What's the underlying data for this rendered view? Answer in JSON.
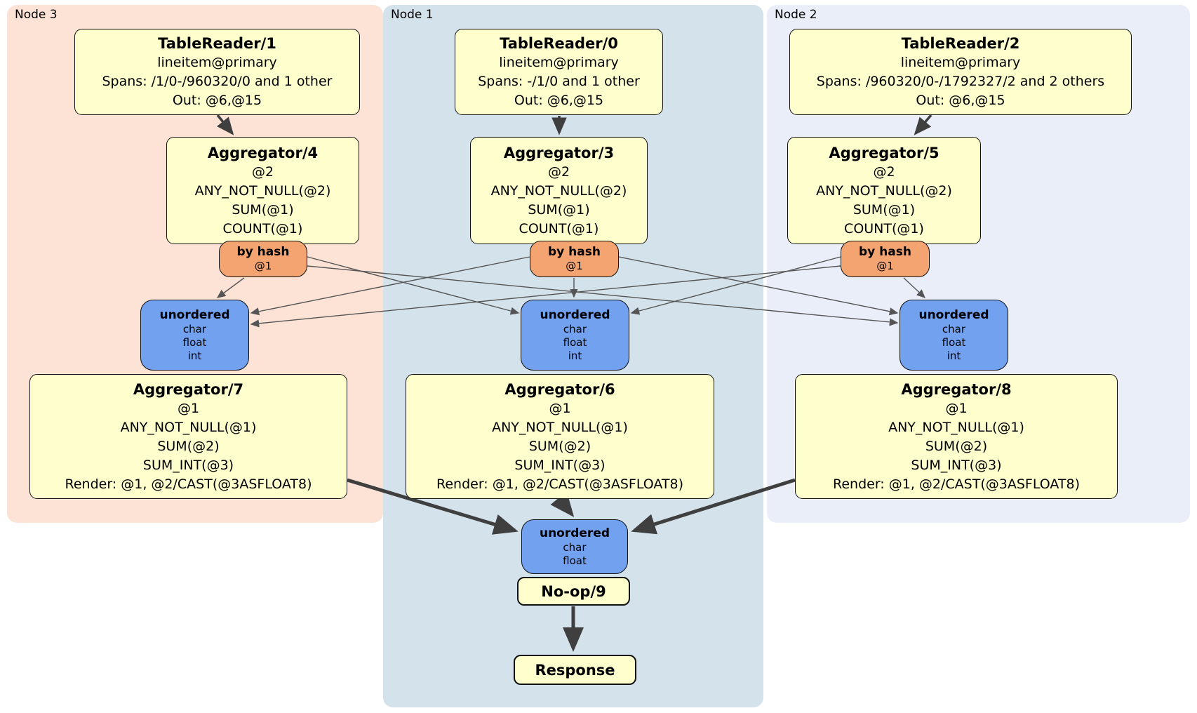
{
  "groups": [
    {
      "label": "Node 3",
      "table_reader": {
        "title": "TableReader/1",
        "body": [
          "lineitem@primary",
          "Spans: /1/0-/960320/0 and 1 other",
          "Out: @6,@15"
        ]
      },
      "pre_aggregator": {
        "title": "Aggregator/4",
        "body": [
          "@2",
          "ANY_NOT_NULL(@2)",
          "SUM(@1)",
          "COUNT(@1)"
        ]
      },
      "hash_router": {
        "title": "by hash",
        "body": [
          "@1"
        ]
      },
      "unordered_sync": {
        "title": "unordered",
        "body": [
          "char",
          "float",
          "int"
        ]
      },
      "final_aggregator": {
        "title": "Aggregator/7",
        "body": [
          "@1",
          "ANY_NOT_NULL(@1)",
          "SUM(@2)",
          "SUM_INT(@3)",
          "Render: @1, @2/CAST(@3ASFLOAT8)"
        ]
      }
    },
    {
      "label": "Node 1",
      "table_reader": {
        "title": "TableReader/0",
        "body": [
          "lineitem@primary",
          "Spans: -/1/0 and 1 other",
          "Out: @6,@15"
        ]
      },
      "pre_aggregator": {
        "title": "Aggregator/3",
        "body": [
          "@2",
          "ANY_NOT_NULL(@2)",
          "SUM(@1)",
          "COUNT(@1)"
        ]
      },
      "hash_router": {
        "title": "by hash",
        "body": [
          "@1"
        ]
      },
      "unordered_sync": {
        "title": "unordered",
        "body": [
          "char",
          "float",
          "int"
        ]
      },
      "final_aggregator": {
        "title": "Aggregator/6",
        "body": [
          "@1",
          "ANY_NOT_NULL(@1)",
          "SUM(@2)",
          "SUM_INT(@3)",
          "Render: @1, @2/CAST(@3ASFLOAT8)"
        ]
      }
    },
    {
      "label": "Node 2",
      "table_reader": {
        "title": "TableReader/2",
        "body": [
          "lineitem@primary",
          "Spans: /960320/0-/1792327/2 and 2 others",
          "Out: @6,@15"
        ]
      },
      "pre_aggregator": {
        "title": "Aggregator/5",
        "body": [
          "@2",
          "ANY_NOT_NULL(@2)",
          "SUM(@1)",
          "COUNT(@1)"
        ]
      },
      "hash_router": {
        "title": "by hash",
        "body": [
          "@1"
        ]
      },
      "unordered_sync": {
        "title": "unordered",
        "body": [
          "char",
          "float",
          "int"
        ]
      },
      "final_aggregator": {
        "title": "Aggregator/8",
        "body": [
          "@1",
          "ANY_NOT_NULL(@1)",
          "SUM(@2)",
          "SUM_INT(@3)",
          "Render: @1, @2/CAST(@3ASFLOAT8)"
        ]
      }
    }
  ],
  "output_chain": {
    "unordered_sync": {
      "title": "unordered",
      "body": [
        "char",
        "float"
      ]
    },
    "noop": {
      "title": "No-op/9"
    },
    "response": {
      "title": "Response"
    }
  },
  "colors": {
    "processor_fill": "#FFFFCE",
    "router_fill": "#F4A470",
    "sync_fill": "#72A1F0",
    "node3_bg": "#FCE3D6",
    "node1_bg": "#D4E2EB",
    "node2_bg": "#E9EEF9",
    "edge_thin": "#555555",
    "edge_thick": "#3F3F3F",
    "box_border": "#111111"
  }
}
